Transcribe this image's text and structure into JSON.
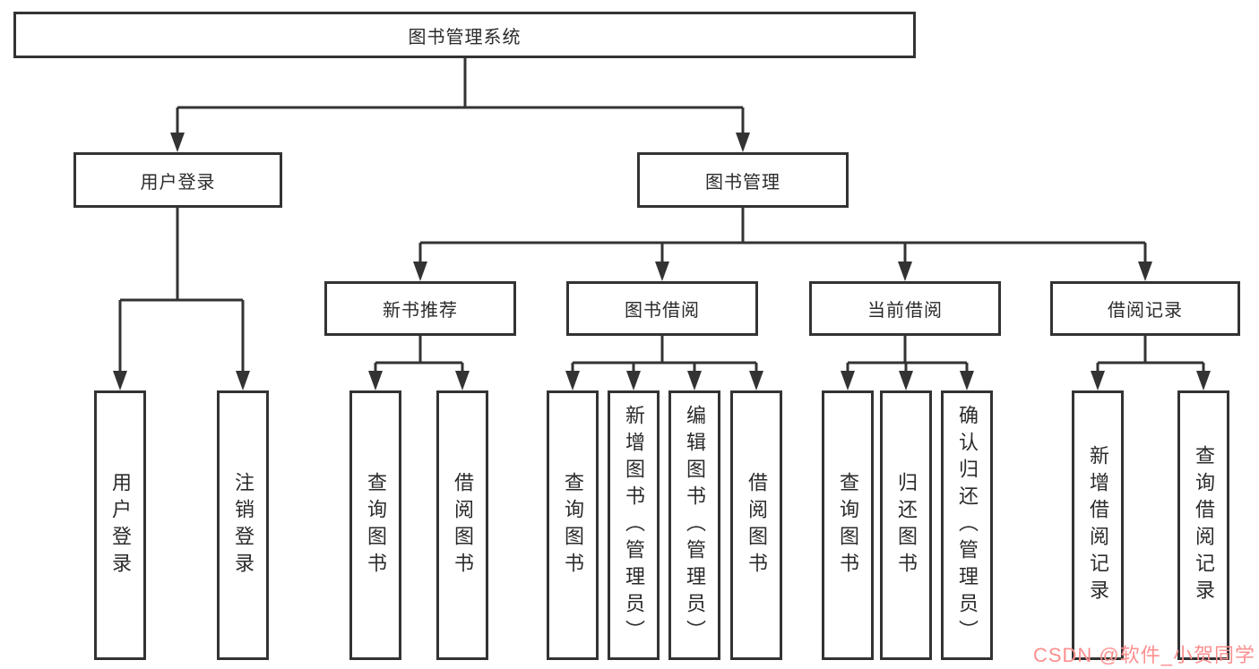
{
  "root": {
    "label": "图书管理系统"
  },
  "level2": [
    {
      "label": "用户登录",
      "children": [
        "用户登录",
        "注销登录"
      ]
    },
    {
      "label": "图书管理",
      "children": [
        {
          "label": "新书推荐",
          "children": [
            "查询图书",
            "借阅图书"
          ]
        },
        {
          "label": "图书借阅",
          "children": [
            "查询图书",
            "新增图书（管理员）",
            "编辑图书（管理员）",
            "借阅图书"
          ]
        },
        {
          "label": "当前借阅",
          "children": [
            "查询图书",
            "归还图书",
            "确认归还（管理员）"
          ]
        },
        {
          "label": "借阅记录",
          "children": [
            "新增借阅记录",
            "查询借阅记录"
          ]
        }
      ]
    }
  ],
  "watermark": {
    "text": "CSDN @软件_小贺同学",
    "color": "#fd8f8f"
  },
  "colors": {
    "line": "#333333",
    "box_border": "#333333",
    "box_fill": "#ffffff",
    "text": "#2b2b2b",
    "background": "#ffffff"
  }
}
